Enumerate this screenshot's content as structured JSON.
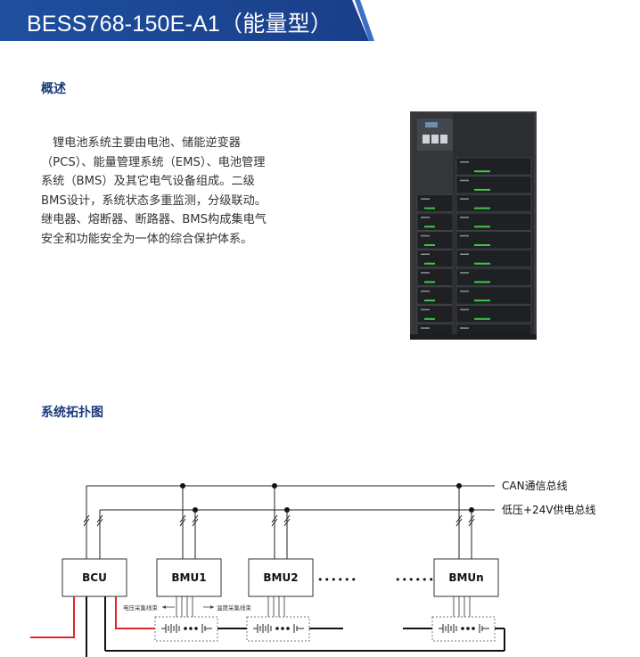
{
  "header": {
    "title": "BESS768-150E-A1（能量型）"
  },
  "overview": {
    "heading": "概述",
    "paragraph": "锂电池系统主要由电池、储能逆变器（PCS）、能量管理系统（EMS）、电池管理系统（BMS）及其它电气设备组成。二级BMS设计，系统状态多重监测，分级联动。继电器、熔断器、断路器、BMS构成集电气安全和功能安全为一体的综合保护体系。"
  },
  "topology": {
    "heading": "系统拓扑图",
    "can_bus_label": "CAN通信总线",
    "power_bus_label": "低压+24V供电总线",
    "bcu_label": "BCU",
    "bmu_labels": [
      "BMU1",
      "BMU2",
      "BMUn"
    ],
    "ellipsis": "••••••",
    "voltage_line_label": "电压采集线束",
    "temp_line_label": "温度采集线束",
    "colors": {
      "accent": "#1a3a8c",
      "power_wire": "#e0262b"
    }
  }
}
